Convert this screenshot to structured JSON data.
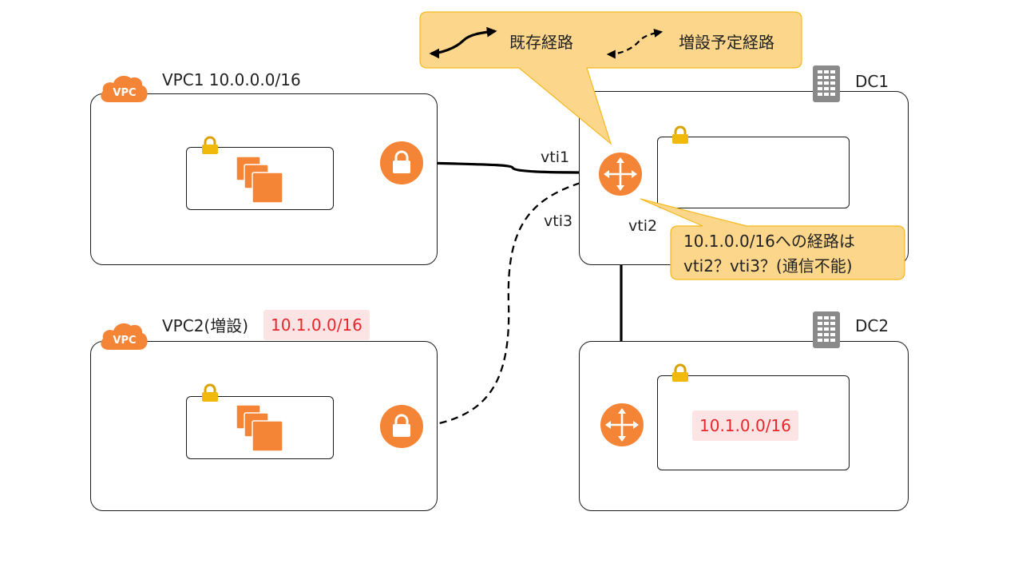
{
  "legend": {
    "existing_route": "既存経路",
    "planned_route": "増設予定経路"
  },
  "vpc1": {
    "badge": "VPC",
    "title": "VPC1 10.0.0.0/16"
  },
  "vpc2": {
    "badge": "VPC",
    "title": "VPC2(増設)",
    "cidr": "10.1.0.0/16"
  },
  "dc1": {
    "title": "DC1"
  },
  "dc2": {
    "title": "DC2",
    "cidr": "10.1.0.0/16"
  },
  "links": {
    "vti1": "vti1",
    "vti2": "vti2",
    "vti3": "vti3"
  },
  "callout": {
    "line1": "10.1.0.0/16への経路は",
    "line2": "vti2？vti3？(通信不能)"
  },
  "colors": {
    "aws_orange": "#f58536",
    "callout_fill": "#fcd68a",
    "callout_border": "#f5b91e",
    "cidr_text": "#e8262b",
    "cidr_bg": "#fde4e4",
    "server_gray": "#8a8a8a"
  },
  "icons": {
    "vpc": "vpc-cloud-icon",
    "subnet_lock": "padlock-icon",
    "instances": "ec2-instances-icon",
    "vpn_gateway": "vpn-gateway-icon",
    "router": "router-icon",
    "datacenter": "server-rack-icon"
  }
}
